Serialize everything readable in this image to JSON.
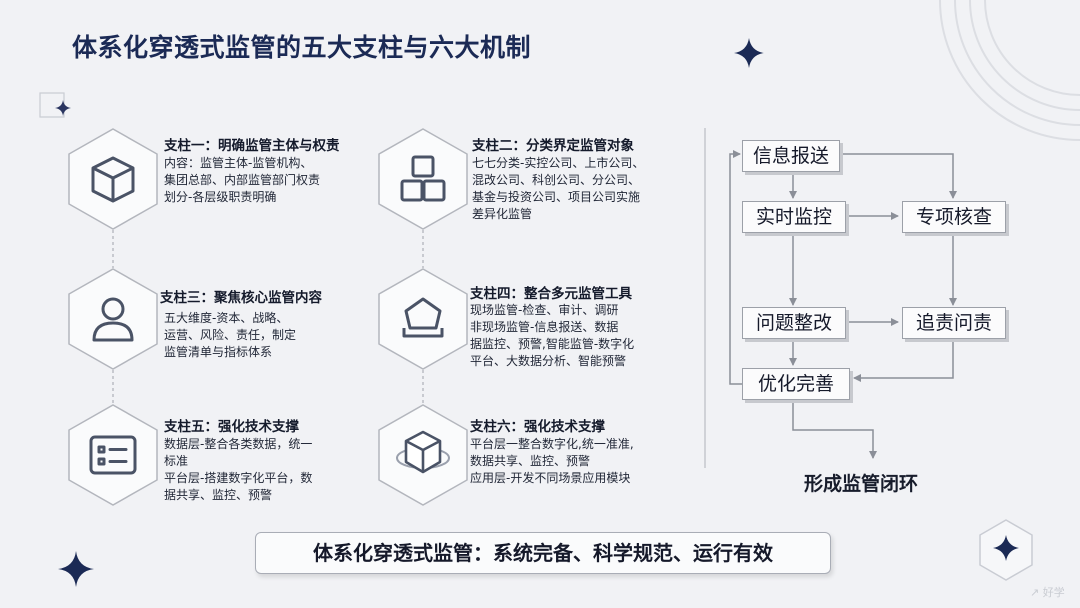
{
  "title": "体系化穿透式监管的五大支柱与六大机制",
  "pillars": [
    {
      "title": "支柱一：明确监管主体与权责",
      "icon": "cube-outline-icon",
      "lines": [
        "内容：监管主体-监管机构、",
        "集团总部、内部监管部门权责",
        "划分-各层级职责明确"
      ]
    },
    {
      "title": "支柱二：分类界定监管对象",
      "icon": "stacked-boxes-icon",
      "lines": [
        "七七分类-实控公司、上市公司、",
        "混改公司、科创公司、分公司、",
        "基金与投资公司、项目公司实施",
        "差异化监管"
      ]
    },
    {
      "title": "支柱三：聚焦核心监管内容",
      "icon": "user-icon",
      "lines": [
        "五大维度-资本、战略、",
        "运营、风险、责任，制定",
        "监管清单与指标体系"
      ]
    },
    {
      "title": "支柱四：整合多元监管工具",
      "icon": "layers-icon",
      "lines": [
        "现场监管-检查、审计、调研",
        "非现场监管-信息报送、数据",
        "据监控、预警,智能监管-数字化",
        "平台、大数据分析、智能预警"
      ]
    },
    {
      "title": "支柱五：强化技术支撑",
      "icon": "id-card-icon",
      "lines": [
        "数据层-整合各类数据，统一",
        "标准",
        "平台层-搭建数字化平台，数",
        "据共享、监控、预警"
      ]
    },
    {
      "title": "支柱六：强化技术支撑",
      "icon": "3d-cube-icon",
      "lines": [
        "平台层一整合数字化,统一准准,",
        "数据共享、监控、预警",
        "应用层-开发不同场景应用模块"
      ]
    }
  ],
  "flow": {
    "boxes": [
      "信息报送",
      "实时监控",
      "专项核查",
      "问题整改",
      "追责问责",
      "优化完善"
    ],
    "result": "形成监管闭环"
  },
  "banner": "体系化穿透式监管：系统完备、科学规范、运行有效",
  "watermark": "↗ 好学"
}
